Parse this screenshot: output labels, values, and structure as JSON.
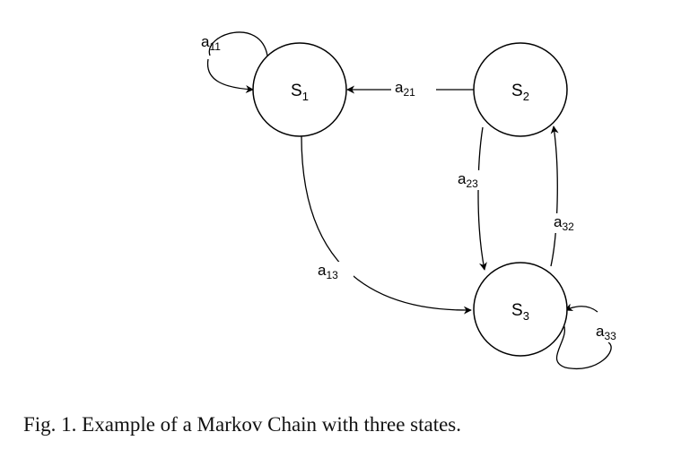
{
  "diagram": {
    "states": [
      {
        "id": "s1",
        "base": "S",
        "sub": "1"
      },
      {
        "id": "s2",
        "base": "S",
        "sub": "2"
      },
      {
        "id": "s3",
        "base": "S",
        "sub": "3"
      }
    ],
    "transitions": [
      {
        "id": "a11",
        "from": "s1",
        "to": "s1",
        "base": "a",
        "sub": "11"
      },
      {
        "id": "a21",
        "from": "s2",
        "to": "s1",
        "base": "a",
        "sub": "21"
      },
      {
        "id": "a23",
        "from": "s2",
        "to": "s3",
        "base": "a",
        "sub": "23"
      },
      {
        "id": "a32",
        "from": "s3",
        "to": "s2",
        "base": "a",
        "sub": "32"
      },
      {
        "id": "a13",
        "from": "s1",
        "to": "s3",
        "base": "a",
        "sub": "13"
      },
      {
        "id": "a33",
        "from": "s3",
        "to": "s3",
        "base": "a",
        "sub": "33"
      }
    ]
  },
  "caption": "Fig. 1.  Example of a Markov Chain with three states."
}
